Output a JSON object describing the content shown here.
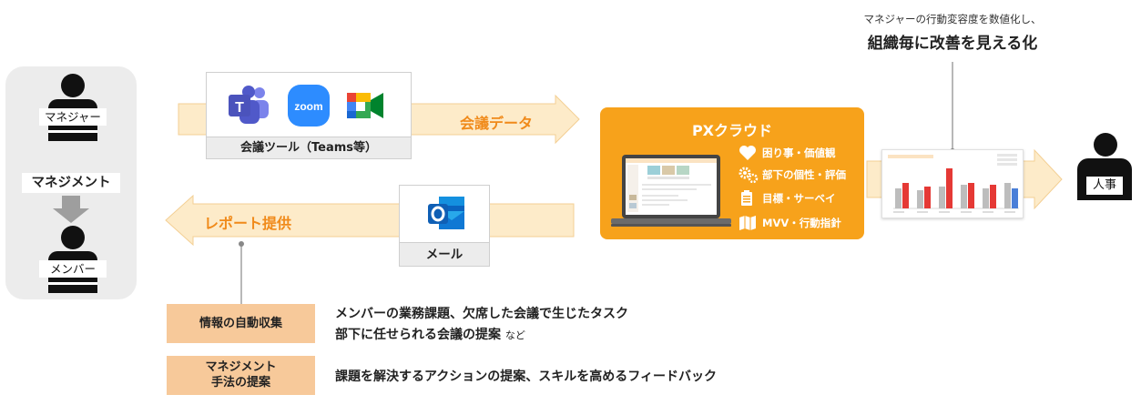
{
  "people": {
    "manager": "マネジャー",
    "management": "マネジメント",
    "member": "メンバー",
    "hr": "人事"
  },
  "tools": {
    "label": "会議ツール（Teams等）",
    "zoom_text": "zoom"
  },
  "arrows": {
    "meeting_data": "会議データ",
    "report": "レポート提供"
  },
  "mail": {
    "label": "メール"
  },
  "px": {
    "title": "PXクラウド",
    "features": [
      "困り事・価値観",
      "部下の個性・評価",
      "目標・サーベイ",
      "MVV・行動指針"
    ]
  },
  "note": {
    "line1": "マネジャーの行動変容度を数値化し、",
    "line2": "組織毎に改善を見える化"
  },
  "info": {
    "auto_collect": "情報の自動収集",
    "auto_line1": "メンバーの業務課題、欠席した会議で生じたタスク",
    "auto_line2": "部下に任せられる会議の提案",
    "auto_suffix": "など",
    "method_line1": "マネジメント",
    "method_line2": "手法の提案",
    "method_text": "課題を解決するアクションの提案、スキルを高めるフィードバック"
  },
  "colors": {
    "orange": "#f7a21b",
    "orange_text": "#f08a1a",
    "arrow_fill": "#fdebc9",
    "info_fill": "#f7c99a",
    "bar_gray": "#bdbdbd",
    "bar_red": "#e53935",
    "bar_blue": "#4a7fd8"
  }
}
